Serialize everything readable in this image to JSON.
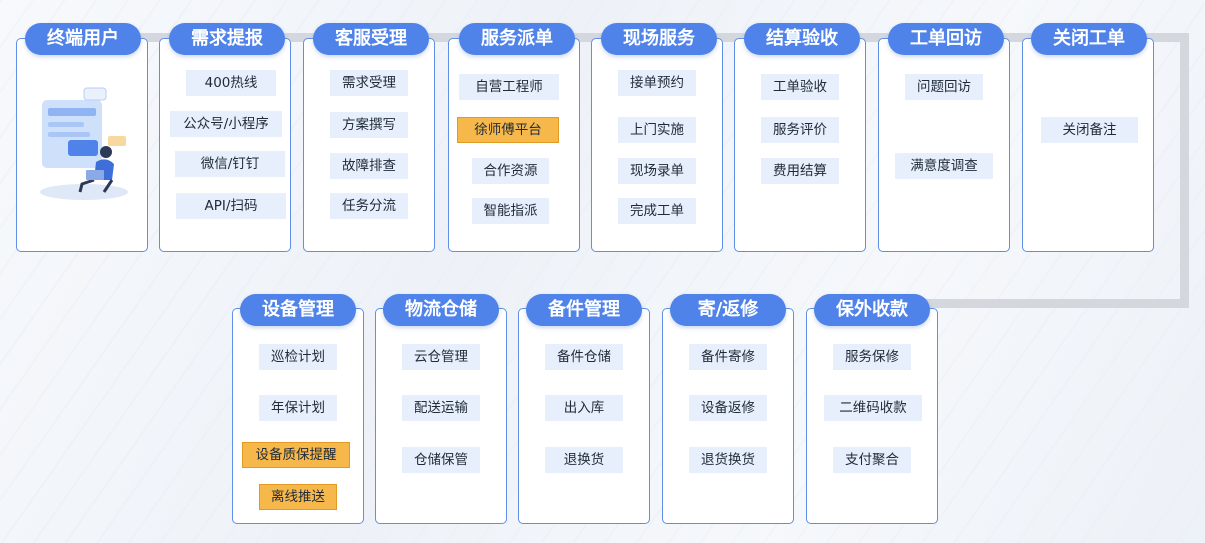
{
  "colors": {
    "header_bg": "#4f83ea",
    "card_border": "#5f8fe6",
    "item_bg": "#e6effb",
    "highlight_bg": "#f7b84b",
    "connector": "#d4d8de"
  },
  "top_row": [
    {
      "title": "终端用户",
      "items": []
    },
    {
      "title": "需求提报",
      "items": [
        "400热线",
        "公众号/小程序",
        "微信/钉钉",
        "API/扫码"
      ]
    },
    {
      "title": "客服受理",
      "items": [
        "需求受理",
        "方案撰写",
        "故障排查",
        "任务分流"
      ]
    },
    {
      "title": "服务派单",
      "items": [
        "自营工程师",
        "徐师傅平台",
        "合作资源",
        "智能指派"
      ],
      "highlighted": [
        "徐师傅平台"
      ]
    },
    {
      "title": "现场服务",
      "items": [
        "接单预约",
        "上门实施",
        "现场录单",
        "完成工单"
      ]
    },
    {
      "title": "结算验收",
      "items": [
        "工单验收",
        "服务评价",
        "费用结算"
      ]
    },
    {
      "title": "工单回访",
      "items": [
        "问题回访",
        "满意度调查"
      ]
    },
    {
      "title": "关闭工单",
      "items": [
        "关闭备注"
      ]
    }
  ],
  "bottom_row": [
    {
      "title": "设备管理",
      "items": [
        "巡检计划",
        "年保计划",
        "设备质保提醒",
        "离线推送"
      ],
      "highlighted": [
        "设备质保提醒",
        "离线推送"
      ]
    },
    {
      "title": "物流仓储",
      "items": [
        "云仓管理",
        "配送运输",
        "仓储保管"
      ]
    },
    {
      "title": "备件管理",
      "items": [
        "备件仓储",
        "出入库",
        "退换货"
      ]
    },
    {
      "title": "寄/返修",
      "items": [
        "备件寄修",
        "设备返修",
        "退货换货"
      ]
    },
    {
      "title": "保外收款",
      "items": [
        "服务保修",
        "二维码收款",
        "支付聚合"
      ]
    }
  ]
}
